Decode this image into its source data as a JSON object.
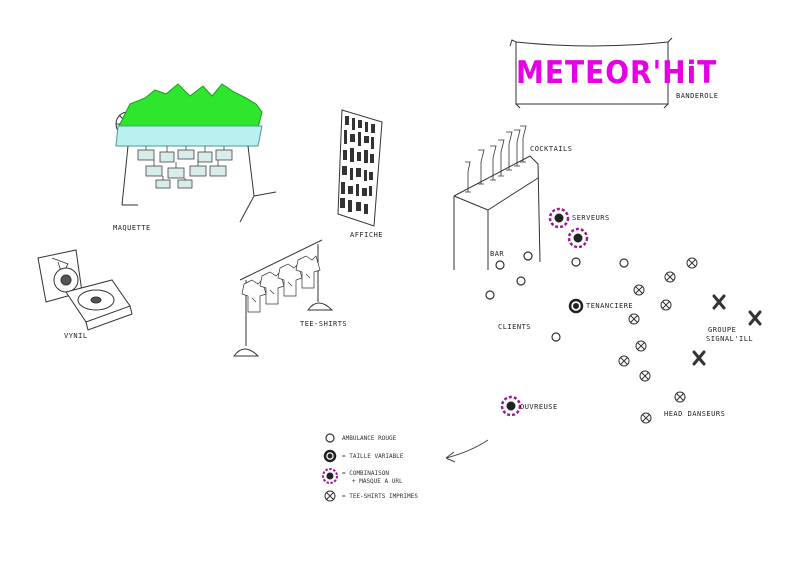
{
  "banner": {
    "title": "METEOR'HiT",
    "label": "BANDEROLE"
  },
  "labels": {
    "maquette": "MAQUETTE",
    "affiche": "AFFICHE",
    "cocktails": "COCKTAILS",
    "serveurs": "SERVEURS",
    "bar": "BAR",
    "tenanciere": "TENANCIERE",
    "clients": "CLIENTS",
    "groupe_line1": "GROUPE",
    "groupe_line2": "SIGNAL'ILL",
    "vynil": "VYNIL",
    "tee_shirts": "TEE-SHIRTS",
    "ouvreuse": "OUVREUSE",
    "head_danseurs": "HEAD DANSEURS"
  },
  "legend": [
    {
      "symbol": "plain-circle",
      "text": "AMBULANCE ROUGE"
    },
    {
      "symbol": "filled-dot",
      "text": "= TAILLE VARIABLE"
    },
    {
      "symbol": "flower-dot",
      "text": "= COMBINAISON",
      "text2": "+ MASQUE A URL"
    },
    {
      "symbol": "crossed-circle",
      "text": "= TEE-SHIRTS IMPRIMES"
    }
  ],
  "colors": {
    "green": "#2ee62e",
    "cyan": "#b9f0f0",
    "magenta": "#e600e6",
    "flower": "#9a1a9a",
    "ink": "#222222"
  }
}
